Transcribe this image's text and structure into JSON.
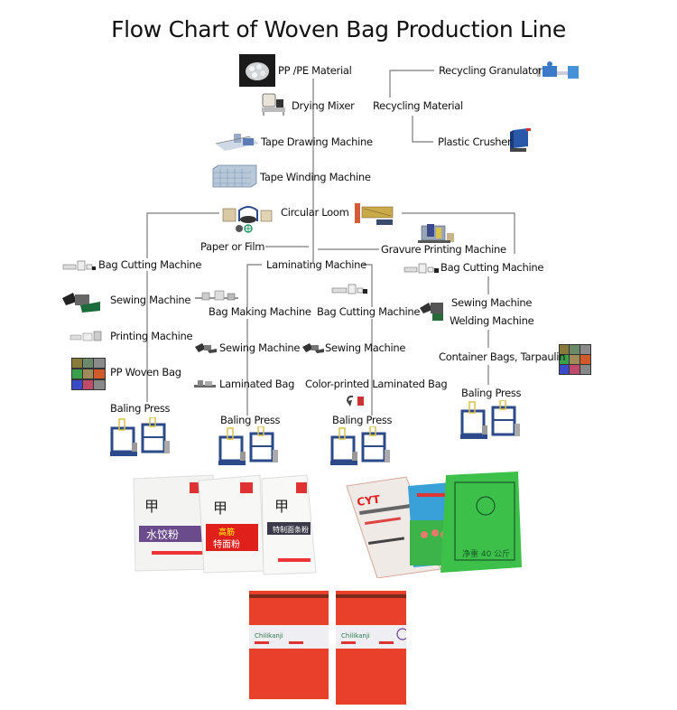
{
  "title": "Flow Chart of Woven Bag Production Line",
  "nodes": {
    "pp_pe_material": "PP /PE Material",
    "drying_mixer": "Drying Mixer",
    "tape_drawing": "Tape Drawing Machine",
    "tape_winding": "Tape Winding Machine",
    "circular_loom": "Circular Loom",
    "recycling_granulator": "Recycling Granulator",
    "recycling_material": "Recycling Material",
    "plastic_crusher": "Plastic Crusher",
    "paper_or_film": "Paper or Film",
    "gravure_printing": "Gravure Printing Machine",
    "laminating_machine": "Laminating Machine",
    "left_bag_cutting": "Bag Cutting Machine",
    "left_sewing": "Sewing Machine",
    "left_printing": "Printing Machine",
    "left_pp_woven_bag": "PP Woven Bag",
    "left_baling_press": "Baling Press",
    "mid1_bag_making": "Bag Making Machine",
    "mid1_sewing": "Sewing Machine",
    "mid1_laminated_bag": "Laminated Bag",
    "mid1_baling_press": "Baling Press",
    "mid2_bag_cutting": "Bag Cutting Machine",
    "mid2_sewing": "Sewing Machine",
    "mid2_color_laminated_bag": "Color-printed Laminated Bag",
    "mid2_baling_press": "Baling Press",
    "right_bag_cutting": "Bag Cutting Machine",
    "right_sewing": "Sewing Machine",
    "right_welding": "Welding Machine",
    "right_container_bags": "Container Bags, Tarpaulin",
    "right_baling_press": "Baling Press"
  },
  "colors": {
    "line": "#7a7a7a",
    "press_blue": "#2c4a8a",
    "press_yellow": "#d8c24a",
    "bag_red": "#e8402a",
    "bag_green": "#3cc04a",
    "bag_purple": "#6a4b8c",
    "bag_dark": "#3a3a4a"
  },
  "bag_print": {
    "flour_bag_text": "特制面条粉",
    "green_bag_text": "净重 40 公斤",
    "cyt_logo": "CYT",
    "mesh_label": "Chilikanji"
  }
}
